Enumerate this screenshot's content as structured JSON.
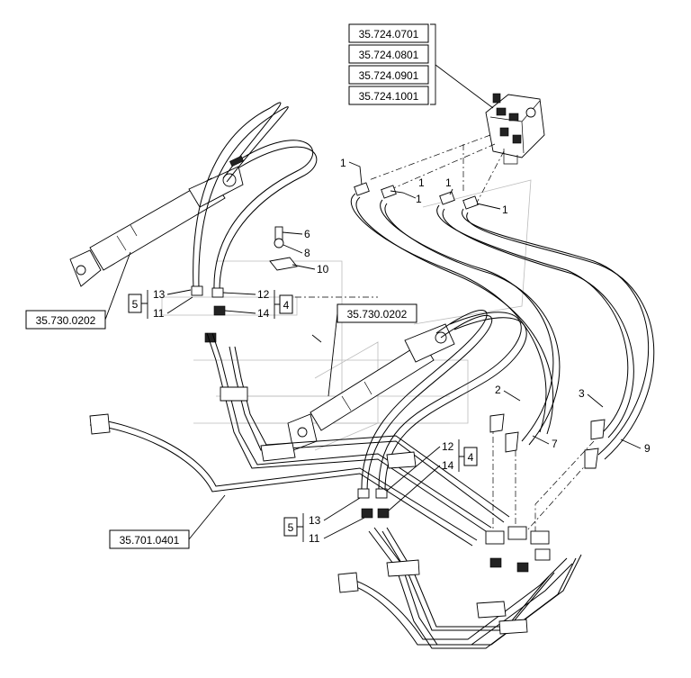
{
  "references": {
    "valve": [
      "35.724.0701",
      "35.724.0801",
      "35.724.0901",
      "35.724.1001"
    ],
    "cyl_left": "35.730.0202",
    "cyl_center": "35.730.0202",
    "pipes": "35.701.0401"
  },
  "callouts": {
    "c1a": "1",
    "c1b": "1",
    "c1c": "1",
    "c1d": "1",
    "c1e": "1",
    "c2": "2",
    "c3": "3",
    "c6": "6",
    "c7": "7",
    "c8": "8",
    "c9": "9",
    "c10": "10",
    "ga_box": "5",
    "ga13": "13",
    "ga11": "11",
    "gb_box": "4",
    "gb12": "12",
    "gb14": "14",
    "gc_box": "4",
    "gc12": "12",
    "gc14": "14",
    "gd_box": "5",
    "gd13": "13",
    "gd11": "11"
  }
}
